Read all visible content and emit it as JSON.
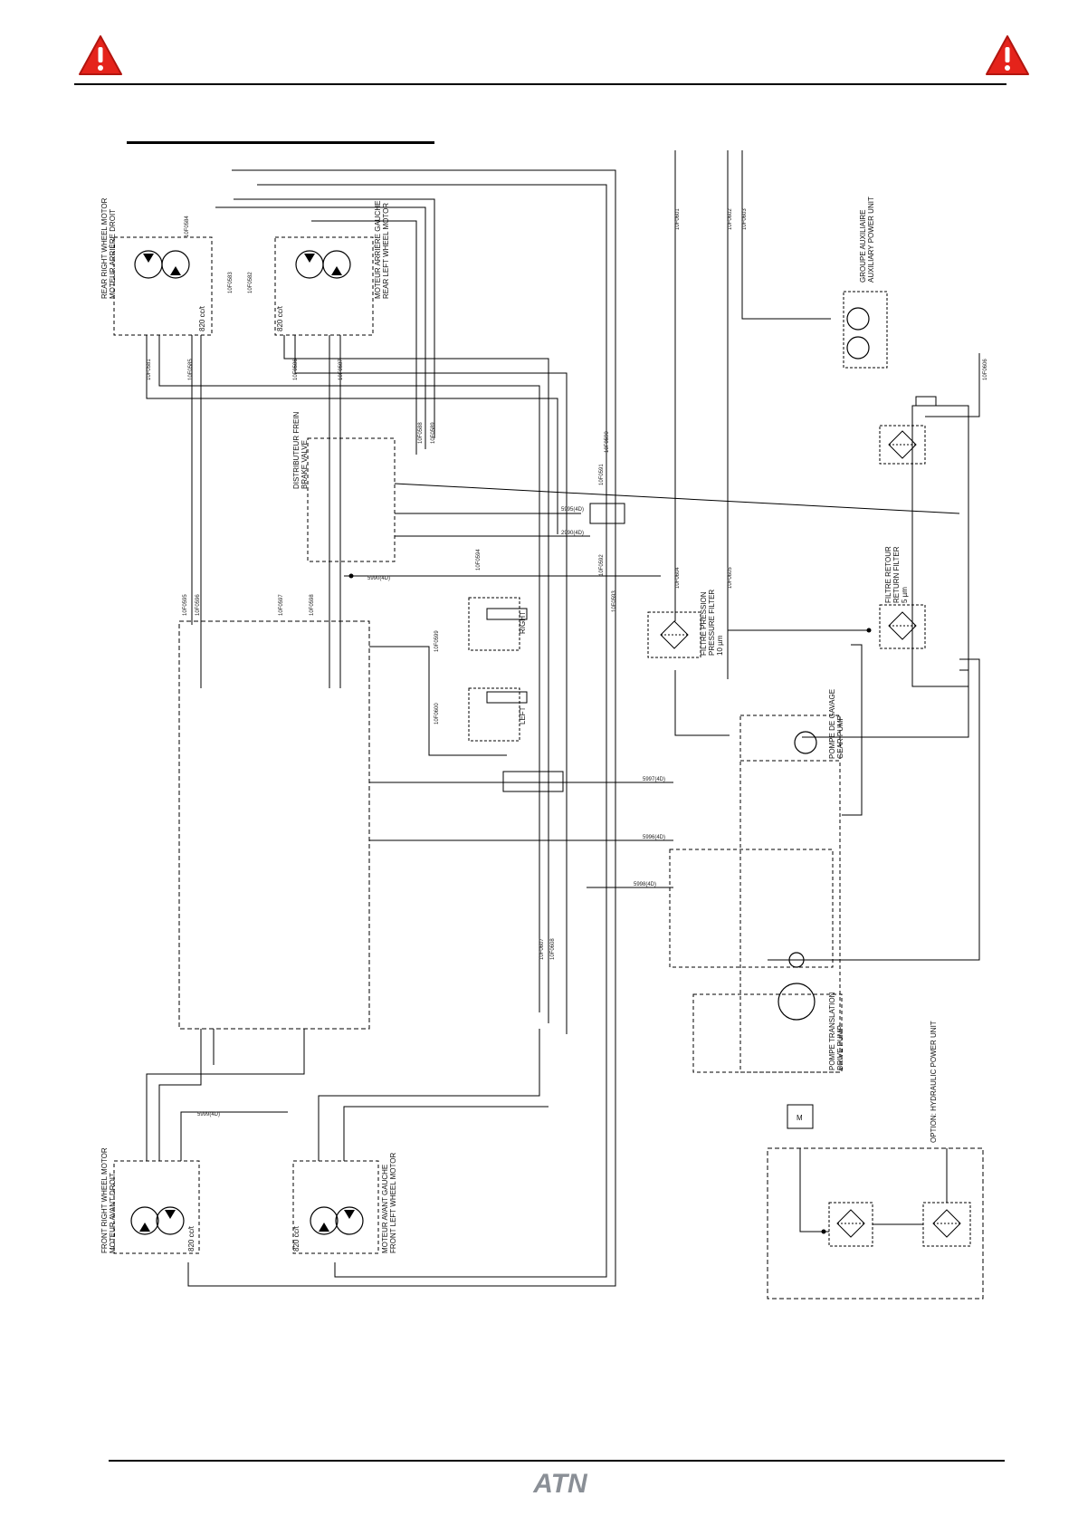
{
  "colors": {
    "warning_red": "#e5231b",
    "logo_gray": "#8a8f96",
    "line": "#000000"
  },
  "icons": {
    "warning": "warning-triangle-icon",
    "motor": "hydraulic-motor-icon",
    "filter": "filter-icon",
    "pump": "pump-icon",
    "electric_motor": "electric-motor-icon"
  },
  "brand": {
    "logo": "ATN"
  },
  "components": {
    "rear_right_motor": "REAR RIGHT WHEEL MOTOR",
    "rear_right_motor_fr": "MOTEUR ARRIÈRE DROIT",
    "rear_left_motor": "REAR LEFT WHEEL MOTOR",
    "rear_left_motor_fr": "MOTEUR ARRIÈRE GAUCHE",
    "front_right_motor": "FRONT RIGHT WHEEL MOTOR",
    "front_right_motor_fr": "MOTEUR AVANT DROIT",
    "front_left_motor": "FRONT LEFT WHEEL MOTOR",
    "front_left_motor_fr": "MOTEUR AVANT GAUCHE",
    "motor_rating": "820 cc/t",
    "brake_valve": "BRAKE VALVE",
    "brake_valve_fr": "DISTRIBUTEUR FREIN",
    "cyl_right": "RIGHT",
    "cyl_left": "LEFT",
    "aux_pump": "AUXILIARY POWER UNIT",
    "aux_pump_fr": "GROUPE AUXILIAIRE",
    "return_filter": "RETURN FILTER",
    "return_filter_fr": "FILTRE RETOUR",
    "return_filter_rating": "5 µm",
    "pressure_filter": "PRESSURE FILTER",
    "pressure_filter_fr": "FILTRE PRESSION",
    "pressure_filter_rating": "10 µm",
    "gear_pump": "GEAR PUMP",
    "gear_pump_fr": "POMPE DE GAVAGE",
    "drive_pump": "DRIVE PUMP",
    "drive_pump_fr": "POMPE TRANSLATION",
    "option_note": "OPTION: HYDRAULIC POWER UNIT",
    "electric_motor": "M"
  },
  "tags": {
    "hose_tags": [
      "10F0584",
      "10F0583",
      "10F0582",
      "10F0581",
      "10F0585",
      "10F0586",
      "10F0587",
      "10F0588",
      "10F0589",
      "10F0590",
      "10F0591",
      "10F0592",
      "10F0593",
      "10F0594",
      "10F0595",
      "10F0596",
      "10F0597",
      "10F0598",
      "10F0599",
      "10F0600",
      "10F0601",
      "10F0602",
      "10F0603",
      "10F0604",
      "10F0605",
      "10F0606",
      "10F0607",
      "10F0608"
    ],
    "line_tags": [
      "5990(4D)",
      "5995(4D)",
      "2990(4D)",
      "5997(4D)",
      "5996(4D)",
      "5998(4D)",
      "5999(4D)"
    ]
  }
}
